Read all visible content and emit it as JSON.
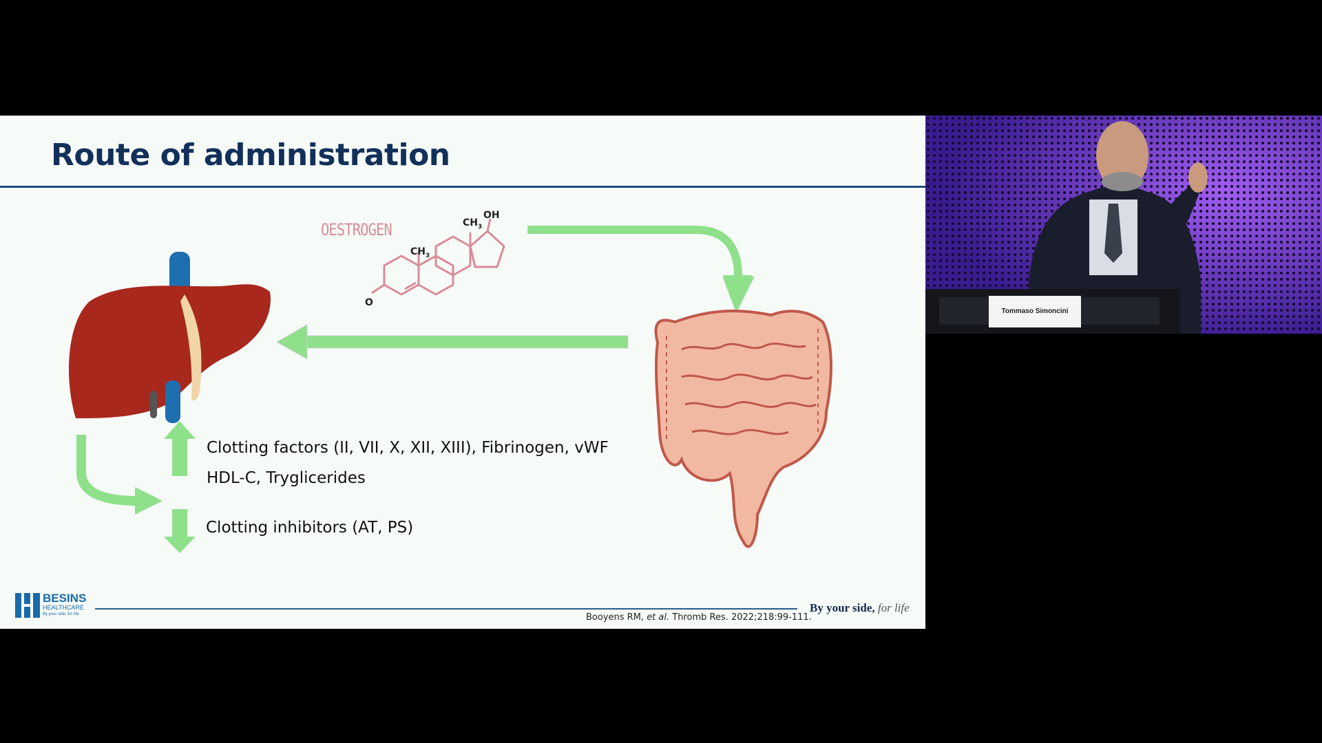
{
  "slide": {
    "title": "Route of administration",
    "molecule": {
      "label": "OESTROGEN",
      "groups": {
        "ch3_top": "CH",
        "ch3_mid": "CH",
        "sub": "3",
        "oh": "OH",
        "o": "O"
      }
    },
    "effects": {
      "up_line1": "Clotting factors (II, VII, X, XII, XIII), Fibrinogen, vWF",
      "up_line2": "HDL-C, Tryglicerides",
      "down_line1": "Clotting inhibitors (AT, PS)"
    },
    "footer": {
      "citation_authors": "Booyens RM, ",
      "citation_etal": "et al.",
      "citation_rest": " Thromb Res. 2022;218:99-111.",
      "tagline_main": "By your side, ",
      "tagline_script": "for life"
    },
    "logo": {
      "name": "BESINS",
      "sub": "HEALTHCARE",
      "tag": "By your side, for life"
    }
  },
  "video": {
    "name_card": "Tommaso Simoncini"
  },
  "colors": {
    "title": "#12305a",
    "arrow_green": "#8fe08b",
    "oestrogen_pink": "#d98b98",
    "liver_red": "#a8281e",
    "intestine_pink": "#f2b9a2"
  }
}
